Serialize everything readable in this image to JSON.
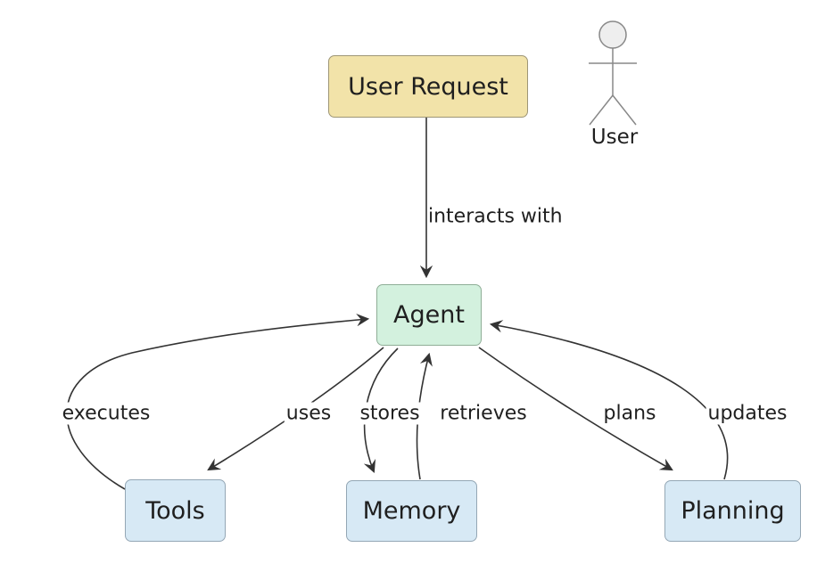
{
  "diagram": {
    "type": "flowchart",
    "background": "#ffffff",
    "text_color": "#1f1f1f",
    "edge_color": "#333333",
    "nodes": [
      {
        "id": "user-request",
        "label": "User Request",
        "fill": "#f2e3a9",
        "stroke": "#9e9676"
      },
      {
        "id": "agent",
        "label": "Agent",
        "fill": "#d3f1de",
        "stroke": "#8fae97"
      },
      {
        "id": "tools",
        "label": "Tools",
        "fill": "#d7e9f5",
        "stroke": "#94a7b5"
      },
      {
        "id": "memory",
        "label": "Memory",
        "fill": "#d7e9f5",
        "stroke": "#94a7b5"
      },
      {
        "id": "planning",
        "label": "Planning",
        "fill": "#d7e9f5",
        "stroke": "#94a7b5"
      }
    ],
    "actor": {
      "label": "User",
      "head_fill": "#eeeeee",
      "stroke": "#888888"
    },
    "edges": [
      {
        "from": "User Request",
        "to": "Agent",
        "label": "interacts with"
      },
      {
        "from": "Agent",
        "to": "Tools",
        "label": "uses"
      },
      {
        "from": "Tools",
        "to": "Agent",
        "label": "executes"
      },
      {
        "from": "Agent",
        "to": "Memory",
        "label": "stores"
      },
      {
        "from": "Memory",
        "to": "Agent",
        "label": "retrieves"
      },
      {
        "from": "Agent",
        "to": "Planning",
        "label": "plans"
      },
      {
        "from": "Planning",
        "to": "Agent",
        "label": "updates"
      }
    ]
  }
}
